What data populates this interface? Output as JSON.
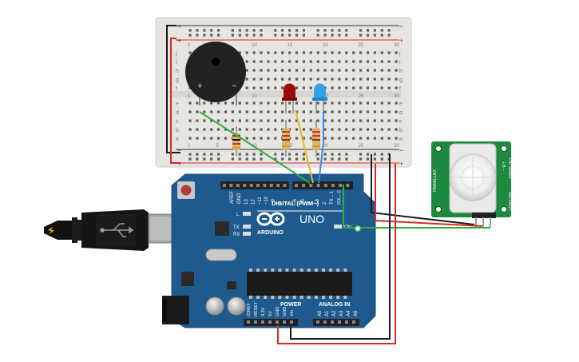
{
  "breadboard": {
    "rail_plus": "+",
    "rail_minus": "−",
    "row_letters_top": [
      "j",
      "i",
      "h",
      "g",
      "f"
    ],
    "row_letters_bottom": [
      "e",
      "d",
      "c",
      "b",
      "a"
    ],
    "column_numbers": [
      "1",
      "5",
      "10",
      "15",
      "20",
      "25",
      "30"
    ]
  },
  "buzzer": {
    "plus_label": "+",
    "minus_label": "−"
  },
  "led_red": {
    "color": "#9b0d0d"
  },
  "led_blue": {
    "color": "#2fa3e6"
  },
  "pir_sensor": {
    "name_label": "PIR Sensor",
    "model_label": "555-28027",
    "vendor_label": "PARALLAX",
    "pins_label": "+ B −"
  },
  "arduino": {
    "brand": "ARDUINO",
    "model": "UNO",
    "digital_header": "DIGITAL (PWM~)",
    "power_header": "POWER",
    "analog_header": "ANALOG IN",
    "on_label": "ON",
    "l_label": "L",
    "tx_label": "TX",
    "rx_label": "RX",
    "aref_label": "AREF",
    "gnd_label": "GND",
    "digital_pins": [
      "13",
      "12",
      "~11",
      "~10",
      "~9",
      "8",
      "7",
      "~6",
      "~5",
      "4",
      "~3",
      "2",
      "TX→1",
      "RX←0"
    ],
    "power_pins": [
      "IOREF",
      "RESET",
      "3.3V",
      "5V",
      "GND",
      "GND",
      "Vin"
    ],
    "analog_pins": [
      "A0",
      "A1",
      "A2",
      "A3",
      "A4",
      "A5"
    ],
    "board_color": "#1f5a8e"
  },
  "usb_cable": {
    "icon": "usb-icon"
  },
  "wires": {
    "red": "#d62a2a",
    "black": "#1a1a1a",
    "green": "#2fae3c",
    "yellow": "#e8b817",
    "blue": "#2f8fe0"
  }
}
